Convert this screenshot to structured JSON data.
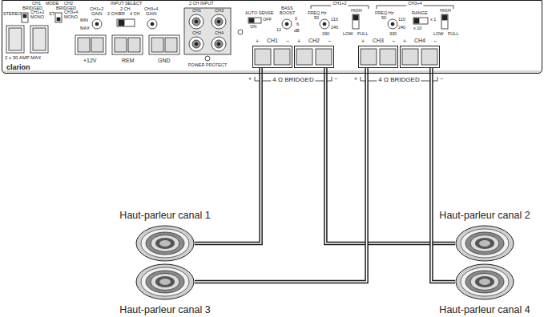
{
  "diagram": {
    "nodes": [
      {
        "text": [
          "clarion"
        ]
      },
      {
        "text": [
          "CH1"
        ],
        "in": 0
      },
      {
        "text": [
          "CH2"
        ],
        "in": 0
      },
      {
        "text": [
          "CH3"
        ],
        "in": 0
      },
      {
        "text": [
          "CH4"
        ],
        "in": 0
      },
      {
        "text": [
          "Haut-parleur canal 1"
        ]
      },
      {
        "text": [
          "Haut-parleur canal 2"
        ]
      },
      {
        "text": [
          "Haut-parleur canal 3"
        ]
      },
      {
        "text": [
          "Haut-parleur canal 4"
        ]
      }
    ],
    "edges": [
      {
        "from": 1,
        "to": 5,
        "arrow": "none"
      },
      {
        "from": 2,
        "to": 6,
        "arrow": "none"
      },
      {
        "from": 3,
        "to": 7,
        "arrow": "none"
      },
      {
        "from": 4,
        "to": 8,
        "arrow": "none"
      }
    ],
    "labels": [
      "CH1",
      "MODE",
      "CH2",
      "BRIDGED",
      "BRIDGED",
      "STEREO",
      "CH1+2",
      "MONO",
      "ST",
      "CH3+4",
      "MONO",
      "2 x 30 AMP MAX",
      "MIN",
      "MAX",
      "CH1+2",
      "GAIN",
      "INPUT SELECT",
      "2 CH",
      "2 CH/BR",
      "4 CH",
      "CH3+4",
      "GAIN",
      "+12V",
      "REM",
      "GND",
      "2 CH INPUT",
      "CH1",
      "CH3",
      "CH2",
      "CH4",
      "POWER PROTECT",
      "AUTO SENSE",
      "OFF",
      "ON",
      "BASS",
      "BOOST",
      "0",
      "6",
      "12",
      "dB",
      "CH1+2",
      "FREQ Hz",
      "50",
      "110",
      "240",
      "330",
      "HIGH",
      "LOW",
      "FULL",
      "CH3+4",
      "FREQ Hz",
      "50",
      "110",
      "240",
      "330",
      "RANGE",
      "x 1",
      "x 10",
      "HIGH",
      "LOW",
      "FULL",
      "+",
      "−",
      "+",
      "−",
      "+",
      "−",
      "+",
      "−",
      "4 Ω BRIDGED",
      "4 Ω BRIDGED",
      "+",
      "−",
      "+",
      "−"
    ]
  }
}
